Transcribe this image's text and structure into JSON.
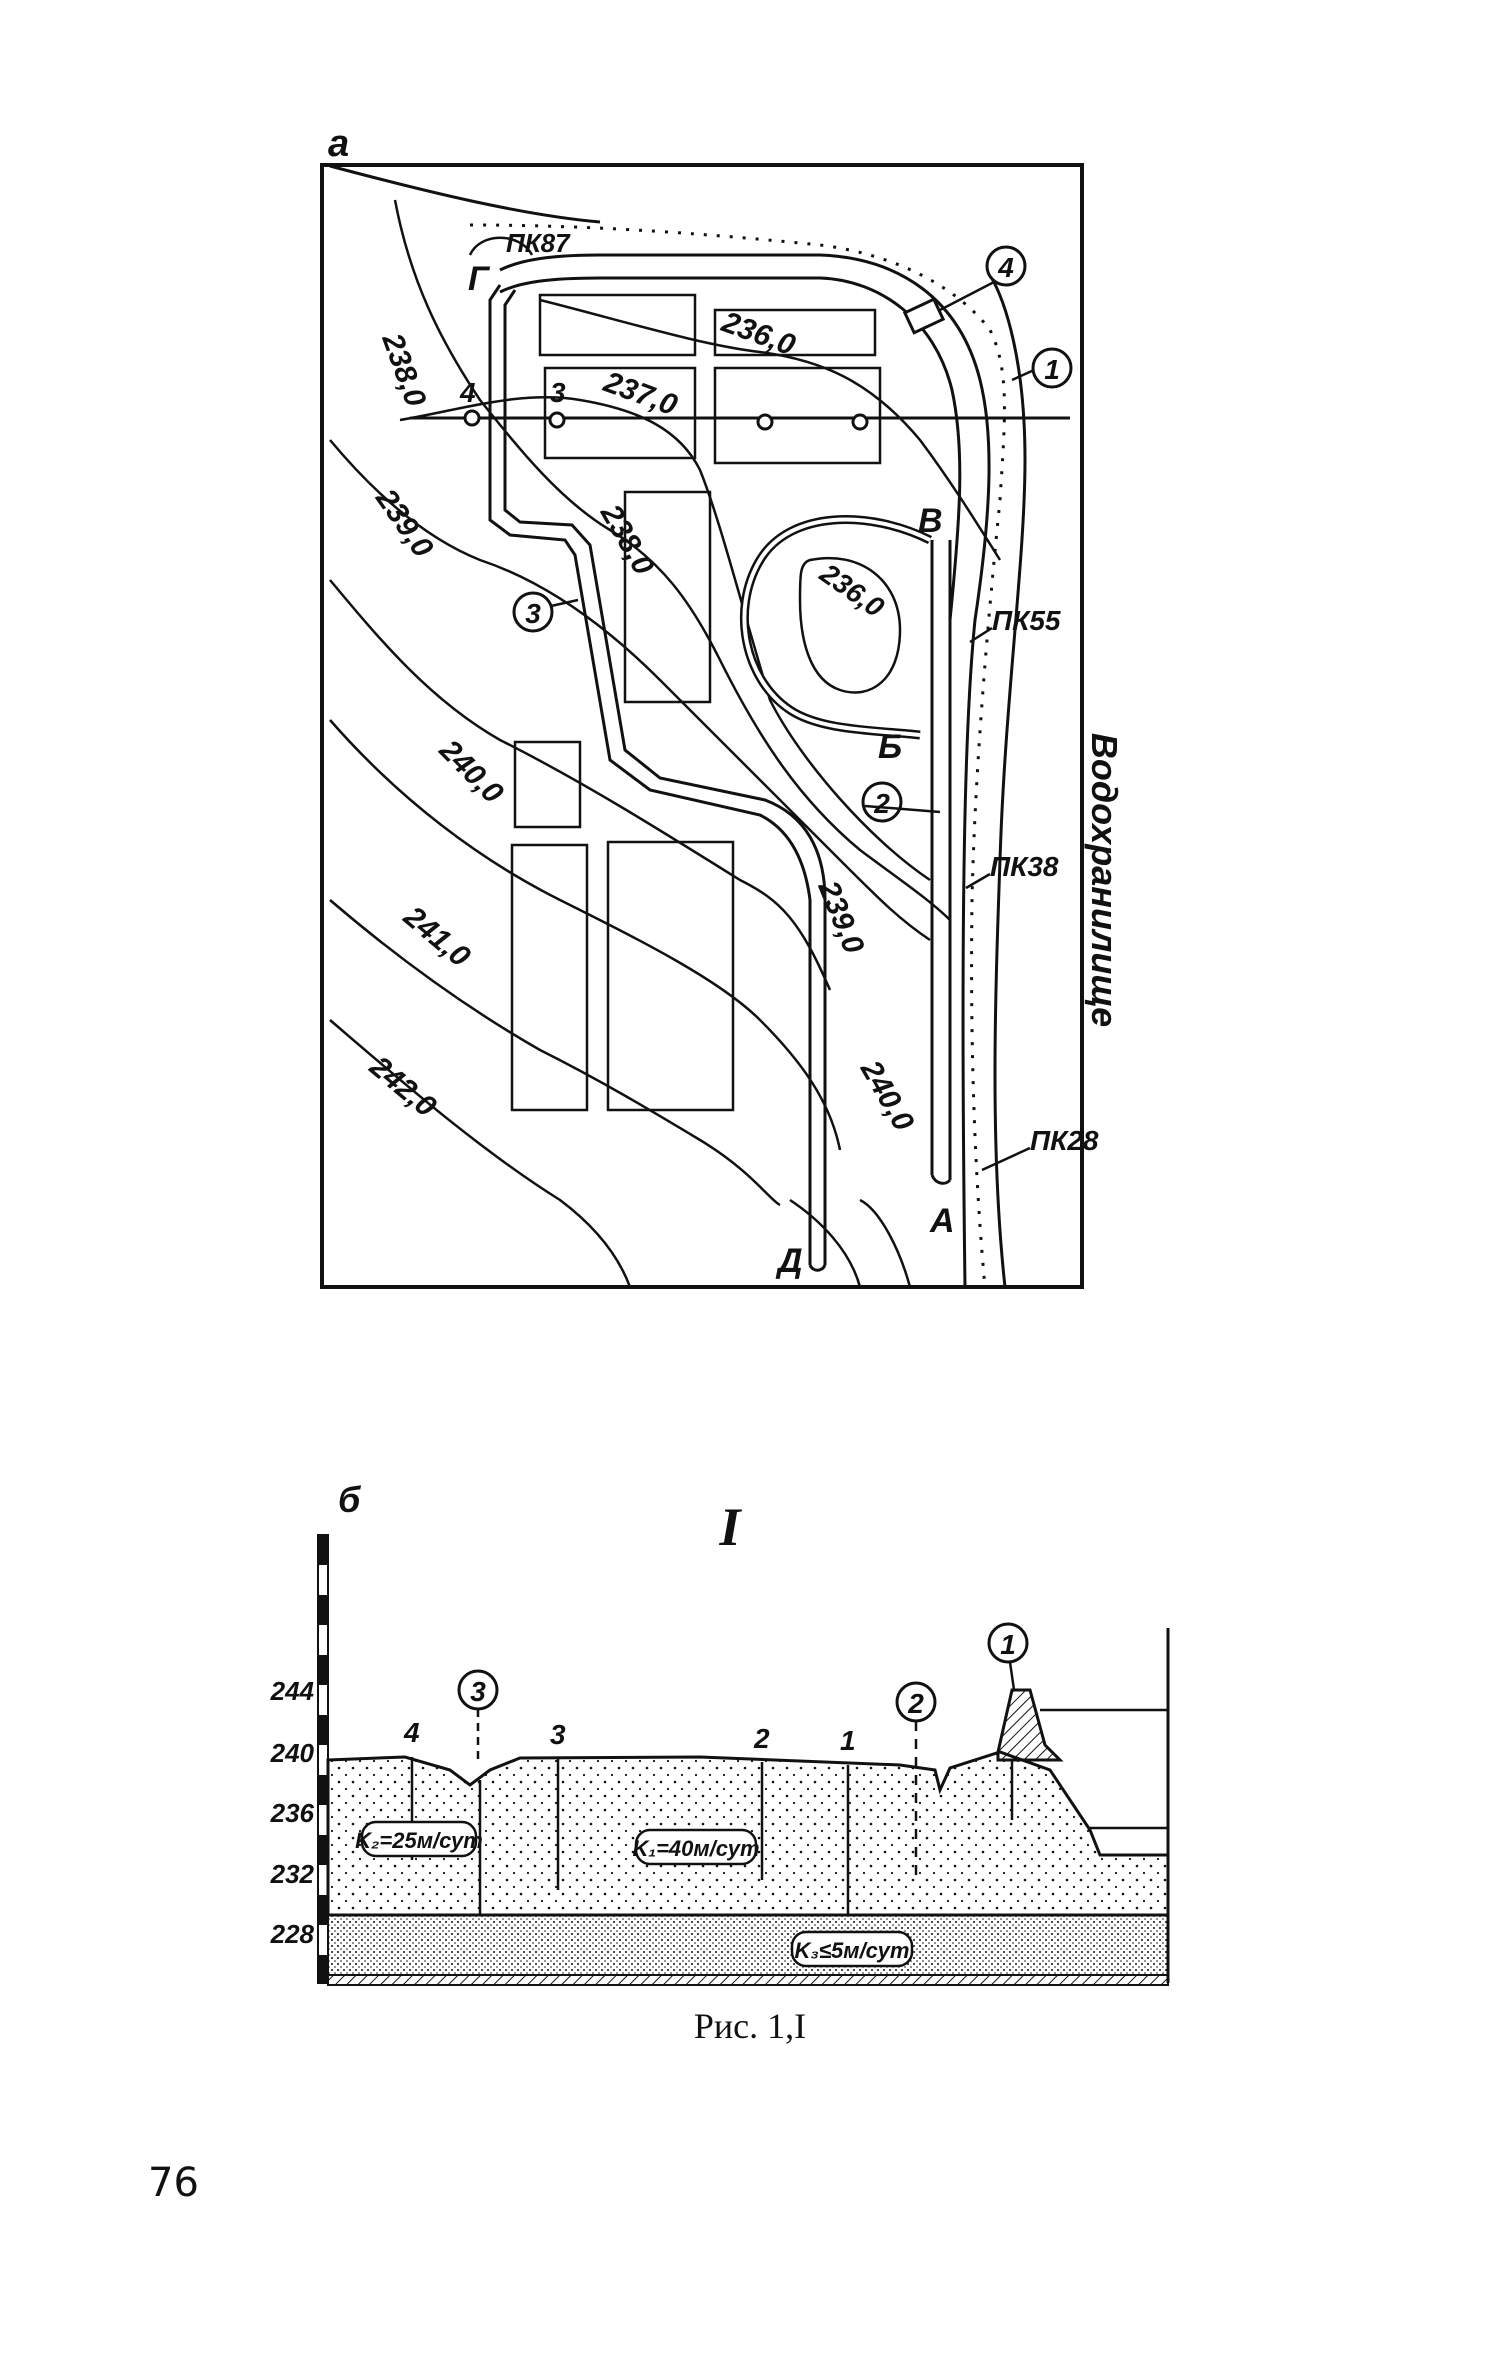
{
  "panel_a": {
    "letter": "а",
    "contours": [
      "236,0",
      "237,0",
      "238,0",
      "239,0",
      "240,0",
      "241,0",
      "242,0"
    ],
    "contour_inner": "236,0",
    "contour_237_b": "238,0",
    "contour_239_b": "239,0",
    "contour_240_b": "240,0",
    "pickets": [
      "ПК87",
      "ПК55",
      "ПК38",
      "ПК28"
    ],
    "road_points": [
      "А",
      "Б",
      "В",
      "Г",
      "Д"
    ],
    "circled": [
      "1",
      "2",
      "3",
      "4"
    ],
    "wells": [
      "4",
      "3"
    ],
    "reservoir": "Водохранилище"
  },
  "panel_b": {
    "letter": "б",
    "section": "I",
    "elevations": [
      "244",
      "240",
      "236",
      "232",
      "228"
    ],
    "wells": [
      "4",
      "3",
      "2",
      "1"
    ],
    "circled": [
      "3",
      "2",
      "1"
    ],
    "k2": "K₂=25м/сут",
    "k1": "K₁=40м/сут",
    "k3": "K₃≤5м/сут"
  },
  "caption": "Рис. 1,I",
  "page_number": "76"
}
